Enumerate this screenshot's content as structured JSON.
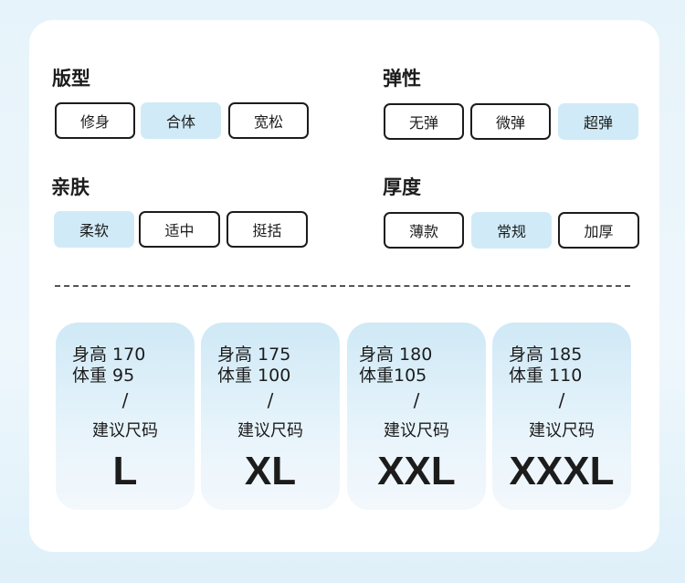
{
  "attributes": [
    {
      "title": "版型",
      "options": [
        "修身",
        "合体",
        "宽松"
      ],
      "selected": 1
    },
    {
      "title": "弹性",
      "options": [
        "无弹",
        "微弹",
        "超弹"
      ],
      "selected": 2
    },
    {
      "title": "亲肤",
      "options": [
        "柔软",
        "适中",
        "挺括"
      ],
      "selected": 0
    },
    {
      "title": "厚度",
      "options": [
        "薄款",
        "常规",
        "加厚"
      ],
      "selected": 1
    }
  ],
  "sizes": [
    {
      "height": "身高 170",
      "weight": "体重 95",
      "slash": "/",
      "recommend": "建议尺码",
      "size": "L"
    },
    {
      "height": "身高 175",
      "weight": "体重 100",
      "slash": "/",
      "recommend": "建议尺码",
      "size": "XL"
    },
    {
      "height": "身高 180",
      "weight": "体重105",
      "slash": "/",
      "recommend": "建议尺码",
      "size": "XXL"
    },
    {
      "height": "身高 185",
      "weight": "体重 110",
      "slash": "/",
      "recommend": "建议尺码",
      "size": "XXXL"
    }
  ],
  "colors": {
    "selected": "#d0ebf7",
    "border": "#1c1c1c"
  }
}
